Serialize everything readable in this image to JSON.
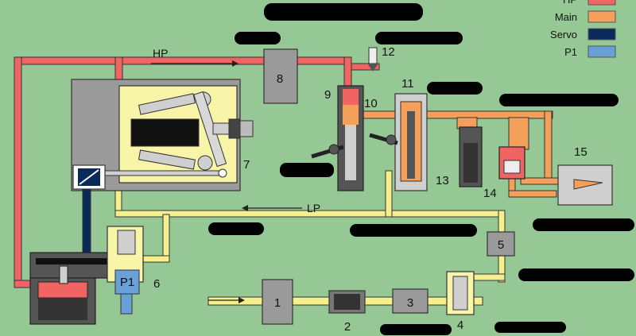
{
  "legend": {
    "items": [
      {
        "label": "HP",
        "color": "#f06464"
      },
      {
        "label": "Main",
        "color": "#f5a05a"
      },
      {
        "label": "Servo",
        "color": "#0a2a5a"
      },
      {
        "label": "P1",
        "color": "#6aa0d8"
      }
    ]
  },
  "flow_labels": {
    "hp": "HP",
    "lp": "LP"
  },
  "components": {
    "c1": "1",
    "c2": "2",
    "c3": "3",
    "c4": "4",
    "c5": "5",
    "c6": "6",
    "c7": "7",
    "c8": "8",
    "c9": "9",
    "c10": "10",
    "c11": "11",
    "c12": "12",
    "c13": "13",
    "c14": "14",
    "c15": "15",
    "p1_chamber": "P1"
  },
  "colors": {
    "background": "#96c896",
    "hp": "#f06464",
    "main": "#f5a05a",
    "servo": "#0a2a5a",
    "p1": "#6aa0d8",
    "lp": "#f5f08c",
    "body_grey": "#9a9a9a",
    "housing_yellow": "#f8f5a8"
  }
}
